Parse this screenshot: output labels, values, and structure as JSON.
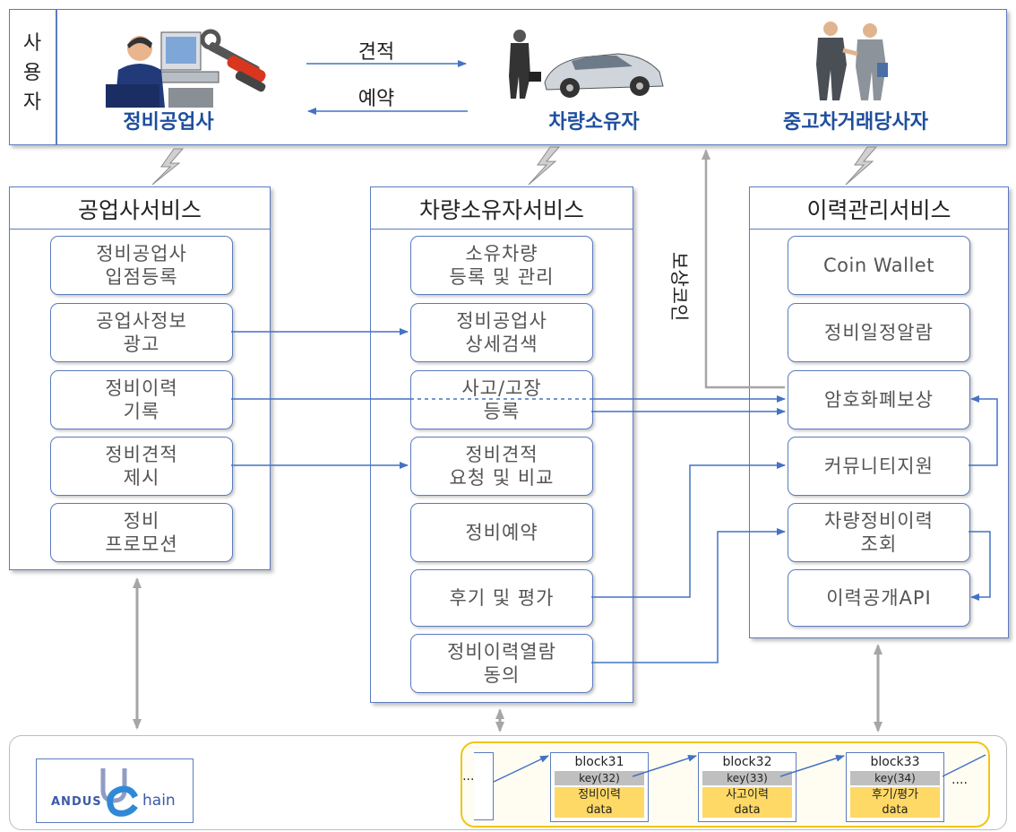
{
  "users": {
    "side_label": "사\n용\n자",
    "repair_shop": "정비공업사",
    "owner": "차량소유자",
    "dealer": "중고차거래당사자",
    "quote": "견적",
    "reserve": "예약"
  },
  "shop_service": {
    "title": "공업사서비스",
    "items": [
      "정비공업사\n입점등록",
      "공업사정보\n광고",
      "정비이력\n기록",
      "정비견적\n제시",
      "정비\n프로모션"
    ]
  },
  "owner_service": {
    "title": "차량소유자서비스",
    "items": [
      "소유차량\n등록 및 관리",
      "정비공업사\n상세검색",
      "사고/고장\n등록",
      "정비견적\n요청 및 비교",
      "정비예약",
      "후기 및 평가",
      "정비이력열람\n동의"
    ]
  },
  "history_service": {
    "title": "이력관리서비스",
    "items": [
      "Coin Wallet",
      "정비일정알람",
      "암호화폐보상",
      "커뮤니티지원",
      "차량정비이력\n조회",
      "이력공개API"
    ]
  },
  "reward_coin": "보상코인",
  "chain": {
    "logo_left": "ANDUS",
    "logo_right": "hain",
    "ellipsis": "....",
    "blocks": [
      {
        "title": "block31",
        "key": "key(32)",
        "data": "정비이력\ndata"
      },
      {
        "title": "block32",
        "key": "key(33)",
        "data": "사고이력\ndata"
      },
      {
        "title": "block33",
        "key": "key(34)",
        "data": "후기/평가\ndata"
      }
    ]
  },
  "colors": {
    "accent": "#5b7bbf",
    "title_blue": "#1f4e9e",
    "chain_border": "#f0c419",
    "data_fill": "#ffd966"
  }
}
